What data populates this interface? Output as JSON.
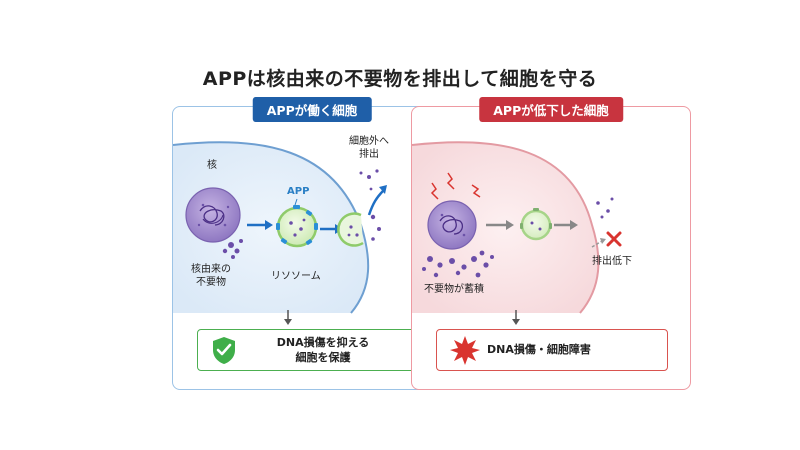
{
  "title": "APPは核由来の不要物を排出して細胞を守る",
  "left_panel": {
    "header": "APPが働く細胞",
    "label_nucleus": "核",
    "label_app": "APP",
    "label_export": [
      "細胞外へ",
      "排出"
    ],
    "label_waste": [
      "核由来の",
      "不要物"
    ],
    "label_lysosome": "リソソーム",
    "result": [
      "DNA損傷を抑える",
      "細胞を保護"
    ]
  },
  "right_panel": {
    "header": "APPが低下した細胞",
    "label_accumulate": "不要物が蓄積",
    "label_export_down": "排出低下",
    "result": "DNA損傷・細胞障害"
  },
  "colors": {
    "left_accent": "#1f5fa8",
    "right_accent": "#c8343f",
    "ok_green": "#3fae49",
    "warn_red": "#d9342f"
  }
}
